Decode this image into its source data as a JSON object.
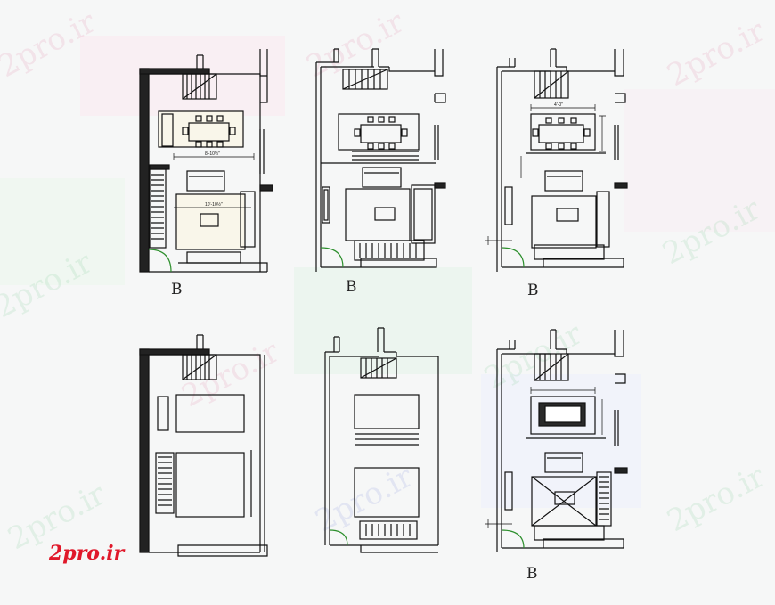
{
  "watermark_text": "2pro.ir",
  "logo_text": "2pro.ir",
  "section_labels": [
    "B",
    "B",
    "B",
    "B"
  ],
  "dimension_labels": [
    "8'-10½\"",
    "10'-10½\"",
    "4'-0\""
  ]
}
